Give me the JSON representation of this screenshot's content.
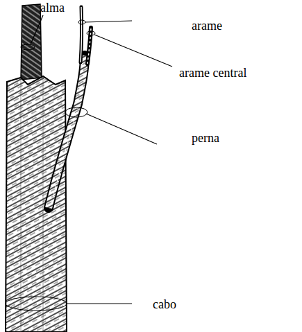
{
  "diagram": {
    "labels": [
      "alma",
      "arame",
      "arame central",
      "perna",
      "cabo"
    ]
  }
}
